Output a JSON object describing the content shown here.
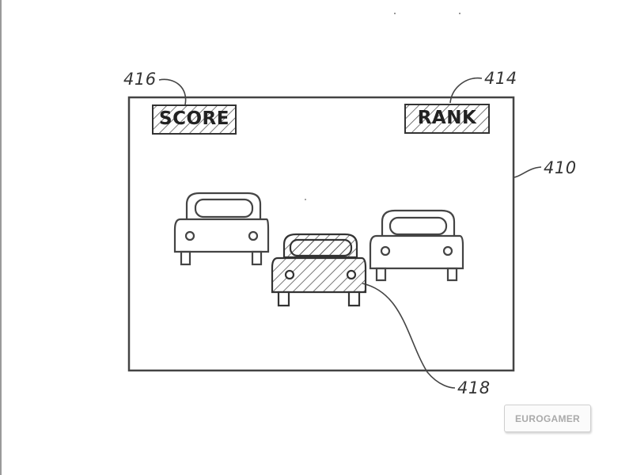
{
  "figure": {
    "labels": {
      "score": "SCORE",
      "rank": "RANK"
    },
    "reference_numerals": {
      "screen": "410",
      "rank_box": "414",
      "score_box": "416",
      "player_car": "418"
    }
  },
  "watermark": {
    "logo_text": "EUROGAMER"
  }
}
